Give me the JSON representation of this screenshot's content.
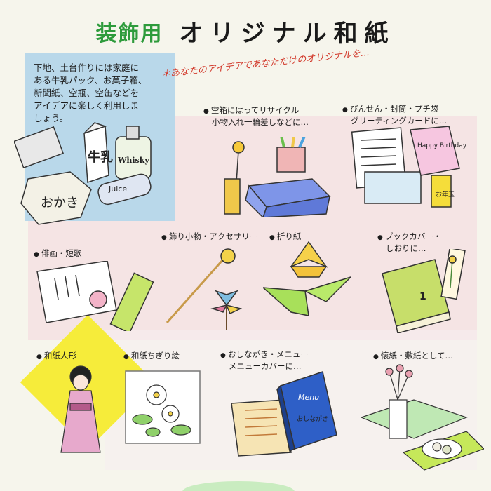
{
  "title": {
    "green": "装飾用",
    "main": "オリジナル和紙"
  },
  "subtitle": "＊あなたのアイデアであなただけのオリジナルを…",
  "intro": [
    "下地、土台作りには家庭に",
    "ある牛乳パック、お菓子箱、",
    "新聞紙、空瓶、空缶などを",
    "アイデアに楽しく利用しま",
    "しょう。"
  ],
  "labels": {
    "box": [
      "空箱にはってリサイクル",
      "小物入れ一輪差しなどに…"
    ],
    "letter": [
      "びんせん・封筒・プチ袋",
      "グリーティングカードに…"
    ],
    "haiku": [
      "俳画・短歌"
    ],
    "accessory": [
      "飾り小物・アクセサリー"
    ],
    "origami": [
      "折り紙"
    ],
    "bookcover": [
      "ブックカバー・",
      "しおりに…"
    ],
    "doll": [
      "和紙人形"
    ],
    "chigiri": [
      "和紙ちぎり絵"
    ],
    "menu": [
      "おしながき・メニュー",
      "メニューカバーに…"
    ],
    "kaishi": [
      "懐紙・敷紙として…"
    ]
  },
  "illustration_text": {
    "milk": "牛乳",
    "whisky": "Whisky",
    "juice": "Juice",
    "okashi": "おかき",
    "birthday": "Happy Birthday",
    "otoshidama": "お年玉",
    "menu": "Menu",
    "oshinagaki": "おしながき",
    "book_number": "1"
  }
}
